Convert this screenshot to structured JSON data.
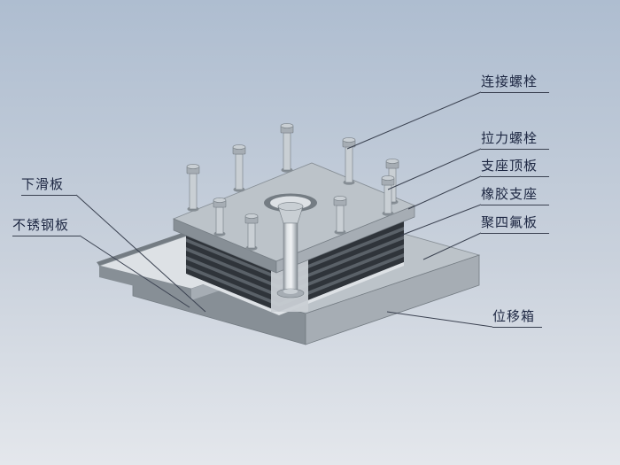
{
  "diagram": {
    "type": "isometric technical illustration of a bridge bearing assembly",
    "labels": {
      "connecting_bolt": "连接螺栓",
      "tension_bolt": "拉力螺栓",
      "bearing_top_plate": "支座顶板",
      "rubber_bearing": "橡胶支座",
      "ptfe_plate": "聚四氟板",
      "displacement_box": "位移箱",
      "lower_slide_plate": "下滑板",
      "stainless_steel_plate": "不锈钢板"
    },
    "colors": {
      "bg_top": "#aebdd0",
      "bg_bottom": "#e4e7ec",
      "metal_top": "#bcc3c9",
      "metal_light": "#c9cfd4",
      "metal_mid": "#a6adb4",
      "metal_dark": "#878f96",
      "metal_deep": "#747c83",
      "steel_surface": "#dde1e5",
      "rubber": "#2f343a",
      "rubber_stripe": "#5a6168",
      "leader_line": "#3a4150",
      "label_text": "#1d2742"
    }
  }
}
